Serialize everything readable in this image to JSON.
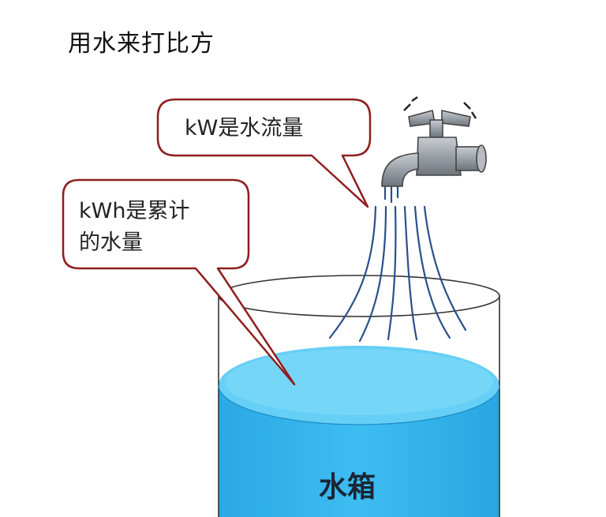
{
  "title": "用水来打比方",
  "bubbles": {
    "flow_rate": "kW是水流量",
    "accumulated": [
      "kWh是累计",
      "的水量"
    ]
  },
  "tank_label": "水箱",
  "colors": {
    "bubble_border": "#8f1e1e",
    "water_main": "#34b4ea",
    "water_surface": "#6fd3f8",
    "stream": "#2a4f8c",
    "faucet": "#8e9399"
  },
  "icons": [
    "faucet-icon",
    "water-tank"
  ]
}
